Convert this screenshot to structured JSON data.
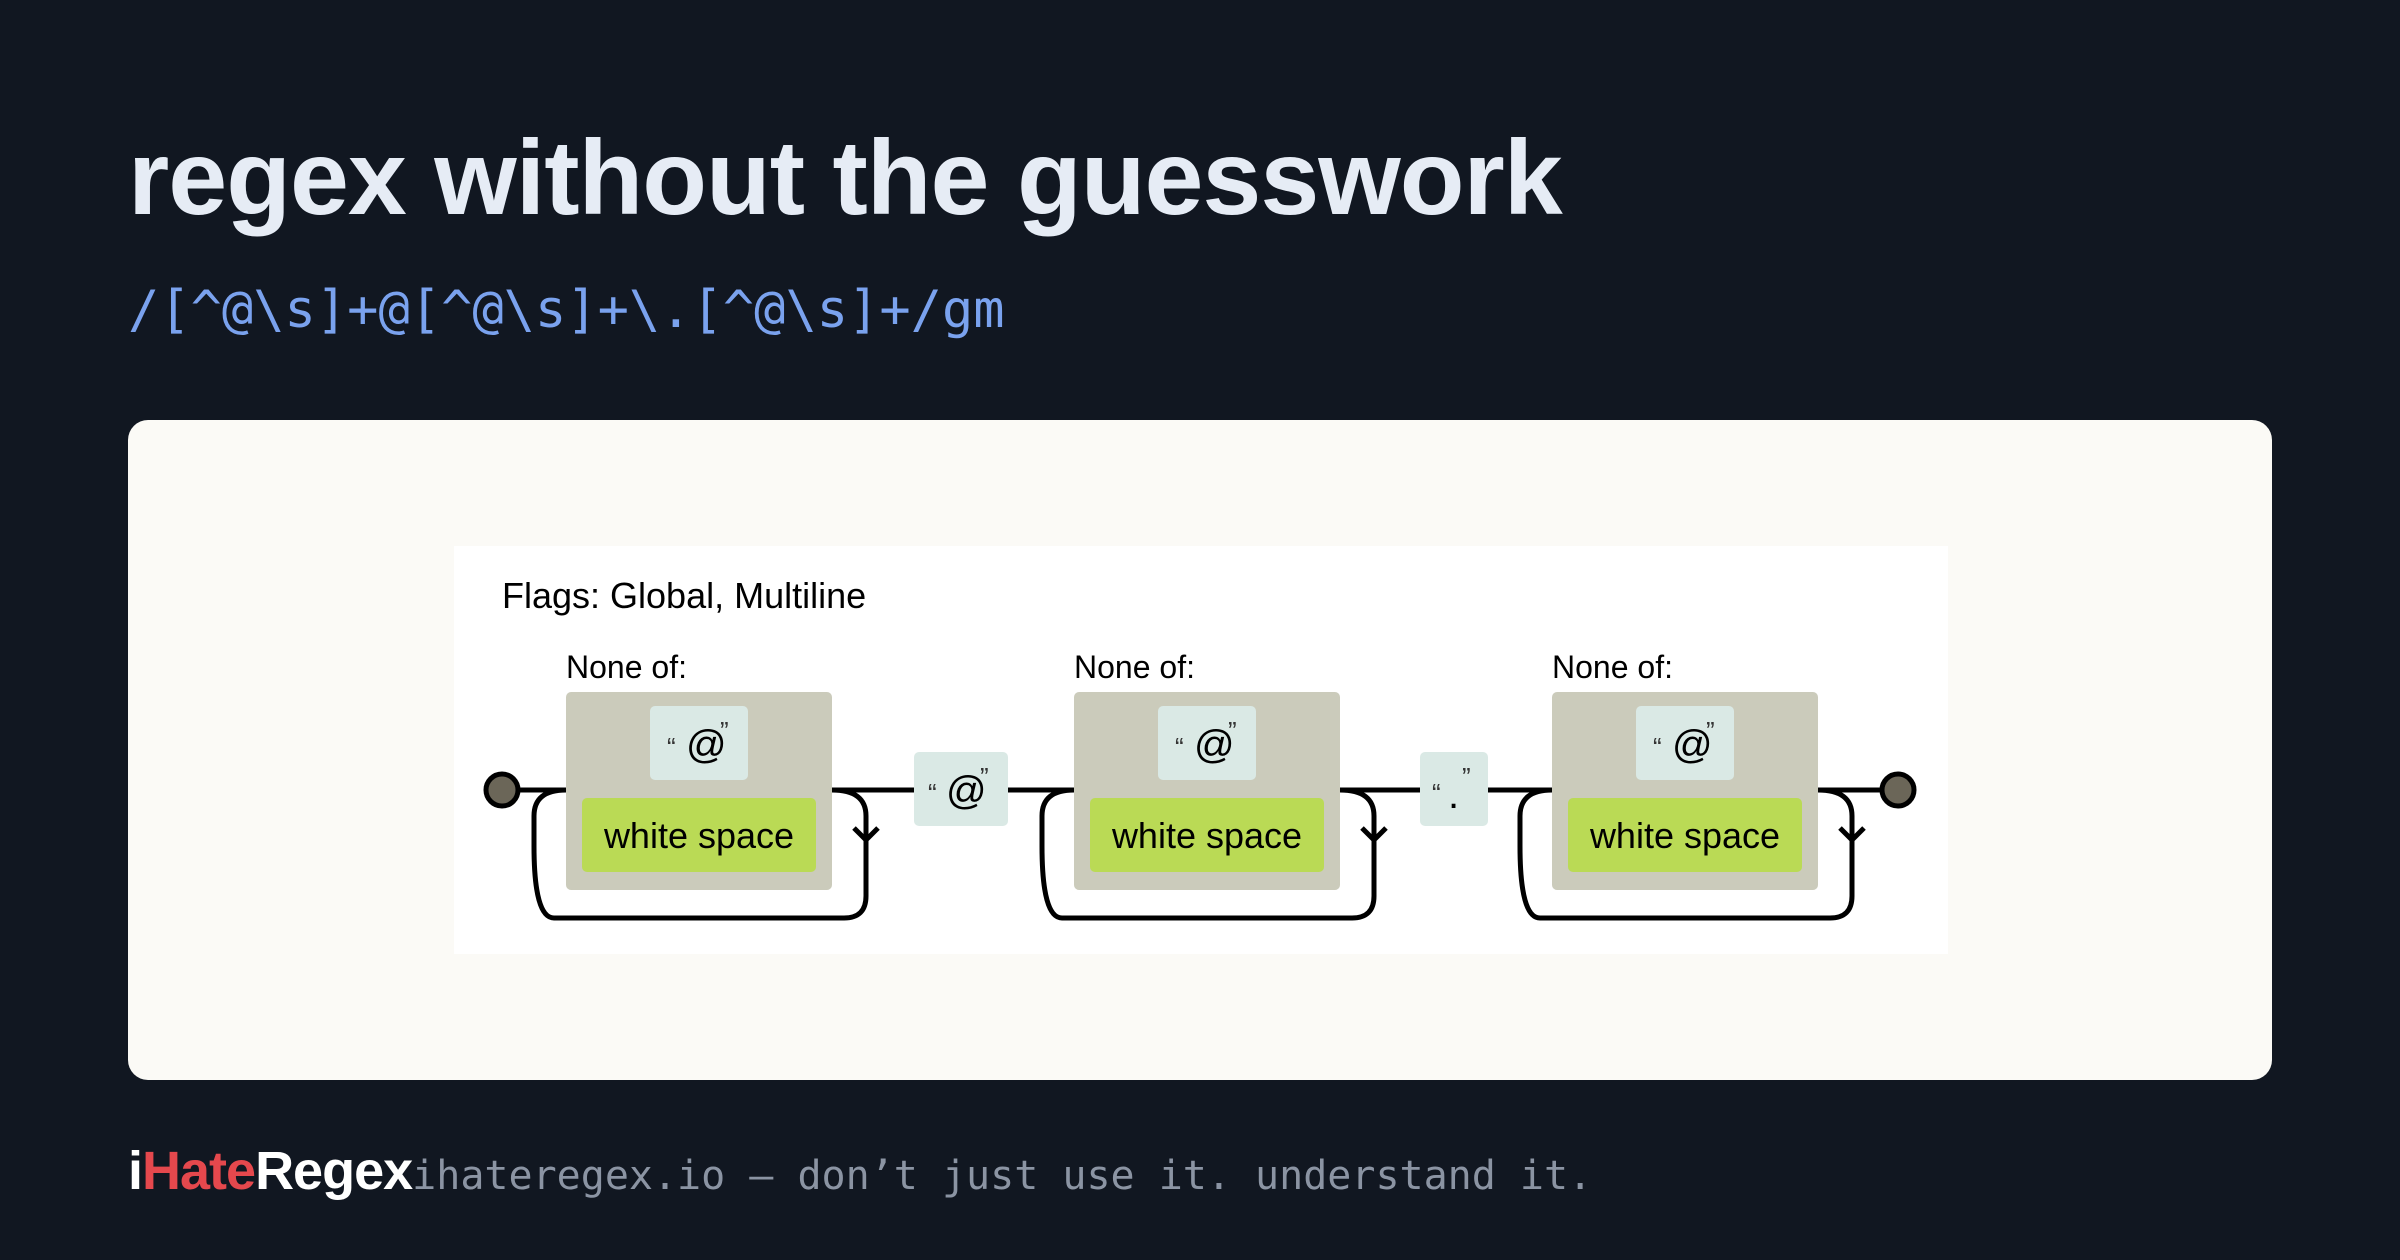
{
  "header": {
    "title": "regex without the guesswork",
    "pattern": "/[^@\\s]+@[^@\\s]+\\.[^@\\s]+/gm"
  },
  "diagram": {
    "flags_label": "Flags: Global, Multiline",
    "groups": [
      {
        "label": "None of:",
        "literal": "@",
        "class": "white space"
      },
      {
        "label": "None of:",
        "literal": "@",
        "class": "white space"
      },
      {
        "label": "None of:",
        "literal": "@",
        "class": "white space"
      }
    ],
    "connectors": [
      {
        "literal": "@"
      },
      {
        "literal": "."
      }
    ],
    "quote_open": "“",
    "quote_close": "”",
    "colors": {
      "group_bg": "#cbcbbb",
      "literal_bg": "#dae9e5",
      "class_bg": "#bada55",
      "terminal": "#6b6658"
    }
  },
  "footer": {
    "logo_i": "i",
    "logo_hate": "Hate",
    "logo_regex": "Regex",
    "tagline": "ihateregex.io — don’t just use it. understand it."
  }
}
